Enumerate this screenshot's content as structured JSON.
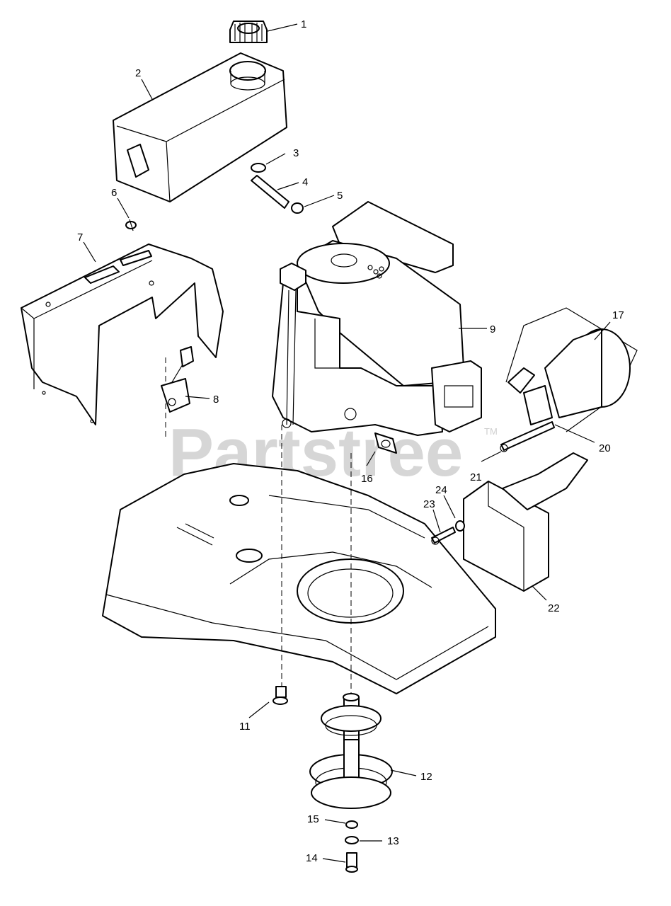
{
  "watermark": {
    "text": "Partstree",
    "trademark": "TM"
  },
  "callouts": [
    {
      "id": "1",
      "label": "1"
    },
    {
      "id": "2",
      "label": "2"
    },
    {
      "id": "3",
      "label": "3"
    },
    {
      "id": "4",
      "label": "4"
    },
    {
      "id": "5",
      "label": "5"
    },
    {
      "id": "6",
      "label": "6"
    },
    {
      "id": "7",
      "label": "7"
    },
    {
      "id": "8",
      "label": "8"
    },
    {
      "id": "9",
      "label": "9"
    },
    {
      "id": "11",
      "label": "11"
    },
    {
      "id": "12",
      "label": "12"
    },
    {
      "id": "13",
      "label": "13"
    },
    {
      "id": "14",
      "label": "14"
    },
    {
      "id": "15",
      "label": "15"
    },
    {
      "id": "16",
      "label": "16"
    },
    {
      "id": "17",
      "label": "17"
    },
    {
      "id": "20",
      "label": "20"
    },
    {
      "id": "21",
      "label": "21"
    },
    {
      "id": "22",
      "label": "22"
    },
    {
      "id": "23",
      "label": "23"
    },
    {
      "id": "24",
      "label": "24"
    }
  ]
}
